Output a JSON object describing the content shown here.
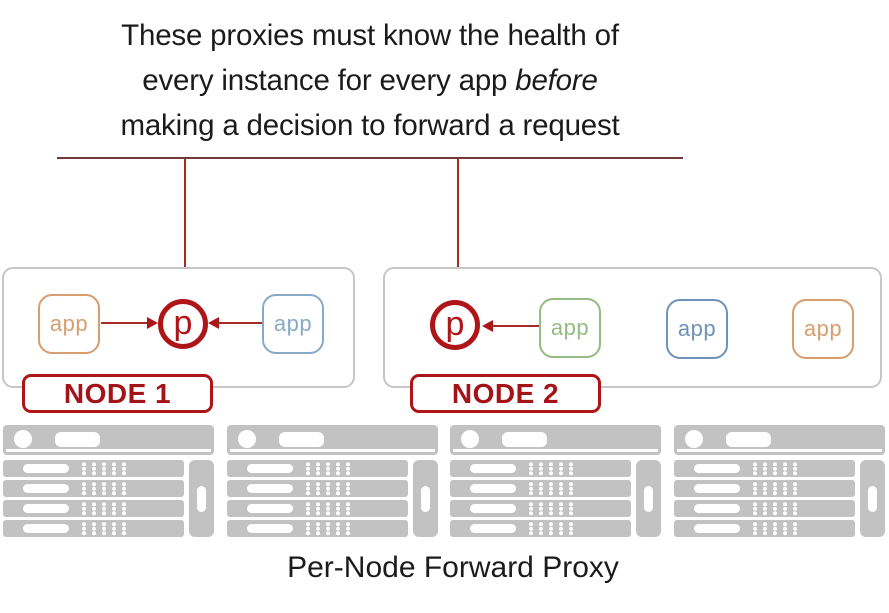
{
  "title": {
    "line1": "These proxies must know the health of",
    "line2_text": "every instance for every app",
    "line2_italic": "before",
    "line3": "making a decision to forward a request"
  },
  "nodes": [
    {
      "label": "NODE 1",
      "proxy": {
        "letter": "p",
        "color": "#ae1519"
      },
      "apps": [
        {
          "label": "app",
          "color": "#d89d6e"
        },
        {
          "label": "app",
          "color": "#87abc7"
        }
      ]
    },
    {
      "label": "NODE 2",
      "proxy": {
        "letter": "p",
        "color": "#ae1519"
      },
      "apps": [
        {
          "label": "app",
          "color": "#94bb82"
        },
        {
          "label": "app",
          "color": "#6e92ba"
        },
        {
          "label": "app",
          "color": "#d89d6e"
        }
      ]
    }
  ],
  "caption": "Per-Node Forward Proxy",
  "server_racks": {
    "count": 4
  },
  "colors": {
    "proxy_red": "#ae1519",
    "arrow_red": "#a62b26",
    "annotation_line": "#713939",
    "node_border_gray": "#c7c7c7",
    "rack_gray": "#c2c2c2",
    "text": "#1b1b1b"
  }
}
